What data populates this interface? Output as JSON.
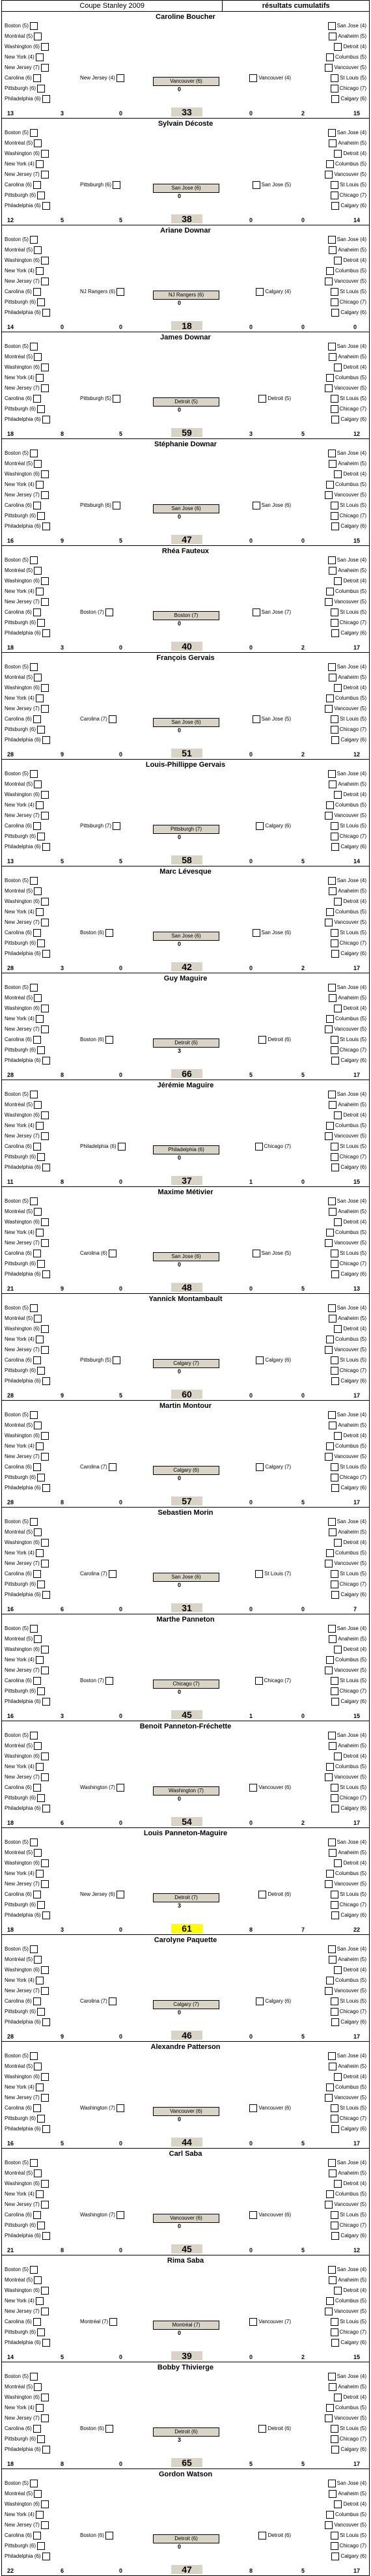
{
  "header": {
    "title": "Coupe Stanley 2009",
    "right": "résultats cumulatifs"
  },
  "people": [
    {
      "name": "Caroline Boucher",
      "final_l": "New Jersey (4)",
      "final_m": "Vancouver (6)",
      "final_r": "Vancouver (4)",
      "champ": "0",
      "totals": [
        "13",
        "3",
        "0",
        "0",
        "2",
        "15"
      ],
      "score": "33",
      "hl": false
    },
    {
      "name": "Sylvain Décoste",
      "final_l": "Pittsburgh (6)",
      "final_m": "San Jose (6)",
      "final_r": "San Jose (5)",
      "champ": "0",
      "totals": [
        "12",
        "5",
        "5",
        "0",
        "0",
        "14"
      ],
      "score": "38",
      "hl": false
    },
    {
      "name": "Ariane Downar",
      "final_l": "NJ Rangers (6)",
      "final_m": "NJ Rangers (6)",
      "final_r": "Calgary (4)",
      "champ": "0",
      "totals": [
        "14",
        "0",
        "0",
        "0",
        "0",
        "0"
      ],
      "score": "18",
      "hl": false
    },
    {
      "name": "James Downar",
      "final_l": "Pittsburgh (5)",
      "final_m": "Detroit (5)",
      "final_r": "Detroit (5)",
      "champ": "0",
      "totals": [
        "18",
        "8",
        "5",
        "3",
        "5",
        "12"
      ],
      "score": "59",
      "hl": false
    },
    {
      "name": "Stéphanie Downar",
      "final_l": "Pittsburgh (6)",
      "final_m": "San Jose (6)",
      "final_r": "San Jose (6)",
      "champ": "0",
      "totals": [
        "16",
        "9",
        "5",
        "0",
        "0",
        "15"
      ],
      "score": "47",
      "hl": false
    },
    {
      "name": "Rhéa Fauteux",
      "final_l": "Boston (7)",
      "final_m": "Boston (7)",
      "final_r": "San Jose (7)",
      "champ": "0",
      "totals": [
        "18",
        "3",
        "0",
        "0",
        "2",
        "17"
      ],
      "score": "40",
      "hl": false
    },
    {
      "name": "François Gervais",
      "final_l": "Carolina (7)",
      "final_m": "San Jose (6)",
      "final_r": "San Jose (5)",
      "champ": "0",
      "totals": [
        "28",
        "9",
        "0",
        "0",
        "2",
        "12"
      ],
      "score": "51",
      "hl": false
    },
    {
      "name": "Louis-Phillippe Gervais",
      "final_l": "Pittsburgh (7)",
      "final_m": "Pittsburgh (7)",
      "final_r": "Calgary (6)",
      "champ": "0",
      "totals": [
        "13",
        "5",
        "5",
        "0",
        "5",
        "14"
      ],
      "score": "58",
      "hl": false
    },
    {
      "name": "Marc Lévesque",
      "final_l": "Boston (6)",
      "final_m": "San Jose (6)",
      "final_r": "San Jose (6)",
      "champ": "0",
      "totals": [
        "28",
        "3",
        "0",
        "0",
        "2",
        "17"
      ],
      "score": "42",
      "hl": false
    },
    {
      "name": "Guy Maguire",
      "final_l": "Boston (6)",
      "final_m": "Detroit (6)",
      "final_r": "Detroit (6)",
      "champ": "3",
      "totals": [
        "28",
        "8",
        "0",
        "5",
        "5",
        "17"
      ],
      "score": "66",
      "hl": false
    },
    {
      "name": "Jérémie Maguire",
      "final_l": "Philadelphia (6)",
      "final_m": "Philadelphia (6)",
      "final_r": "Chicago (7)",
      "champ": "0",
      "totals": [
        "11",
        "8",
        "0",
        "1",
        "0",
        "15"
      ],
      "score": "37",
      "hl": false
    },
    {
      "name": "Maxime Métivier",
      "final_l": "Carolina (6)",
      "final_m": "San Jose (6)",
      "final_r": "San Jose (5)",
      "champ": "0",
      "totals": [
        "21",
        "9",
        "0",
        "0",
        "5",
        "13"
      ],
      "score": "48",
      "hl": false
    },
    {
      "name": "Yannick Montambault",
      "final_l": "Pittsburgh (5)",
      "final_m": "Calgary (7)",
      "final_r": "Calgary (6)",
      "champ": "0",
      "totals": [
        "28",
        "9",
        "5",
        "0",
        "0",
        "17"
      ],
      "score": "60",
      "hl": false
    },
    {
      "name": "Martin Montour",
      "final_l": "Carolina (7)",
      "final_m": "Calgary (6)",
      "final_r": "Calgary (7)",
      "champ": "0",
      "totals": [
        "28",
        "8",
        "0",
        "0",
        "5",
        "17"
      ],
      "score": "57",
      "hl": false
    },
    {
      "name": "Sebastien Morin",
      "final_l": "Carolina (7)",
      "final_m": "San Jose (6)",
      "final_r": "St Louis (7)",
      "champ": "0",
      "totals": [
        "16",
        "6",
        "0",
        "0",
        "0",
        "7"
      ],
      "score": "31",
      "hl": false
    },
    {
      "name": "Marthe Panneton",
      "final_l": "Boston (7)",
      "final_m": "Chicago (7)",
      "final_r": "Chicago (7)",
      "champ": "0",
      "totals": [
        "16",
        "3",
        "0",
        "1",
        "0",
        "15"
      ],
      "score": "45",
      "hl": false
    },
    {
      "name": "Benoit Panneton-Fréchette",
      "final_l": "Washington (7)",
      "final_m": "Washington (7)",
      "final_r": "Vancouver (6)",
      "champ": "0",
      "totals": [
        "18",
        "6",
        "0",
        "0",
        "2",
        "17"
      ],
      "score": "54",
      "hl": false
    },
    {
      "name": "Louis Panneton-Maguire",
      "final_l": "New Jersey (6)",
      "final_m": "Detroit (7)",
      "final_r": "Detroit (6)",
      "champ": "3",
      "totals": [
        "18",
        "3",
        "0",
        "8",
        "7",
        "22"
      ],
      "score": "61",
      "hl": true
    },
    {
      "name": "Carolyne Paquette",
      "final_l": "Carolina (7)",
      "final_m": "Calgary (7)",
      "final_r": "Calgary (6)",
      "champ": "0",
      "totals": [
        "28",
        "9",
        "0",
        "0",
        "5",
        "17"
      ],
      "score": "46",
      "hl": false
    },
    {
      "name": "Alexandre Patterson",
      "final_l": "Washington (7)",
      "final_m": "Vancouver (6)",
      "final_r": "Vancouver (6)",
      "champ": "0",
      "totals": [
        "16",
        "5",
        "0",
        "0",
        "5",
        "17"
      ],
      "score": "44",
      "hl": false
    },
    {
      "name": "Carl Saba",
      "final_l": "Washington (7)",
      "final_m": "Vancouver (6)",
      "final_r": "Vancouver (6)",
      "champ": "0",
      "totals": [
        "21",
        "8",
        "0",
        "0",
        "5",
        "12"
      ],
      "score": "45",
      "hl": false
    },
    {
      "name": "Rima Saba",
      "final_l": "Montréal (7)",
      "final_m": "Montréal (7)",
      "final_r": "Vancouver (7)",
      "champ": "0",
      "totals": [
        "14",
        "5",
        "0",
        "0",
        "2",
        "15"
      ],
      "score": "39",
      "hl": false
    },
    {
      "name": "Bobby Thivierge",
      "final_l": "Boston (6)",
      "final_m": "Detroit (6)",
      "final_r": "Detroit (6)",
      "champ": "3",
      "totals": [
        "18",
        "8",
        "0",
        "5",
        "5",
        "17"
      ],
      "score": "65",
      "hl": false
    },
    {
      "name": "Gordon Watson",
      "final_l": "Boston (6)",
      "final_m": "Detroit (6)",
      "final_r": "Detroit (6)",
      "champ": "0",
      "totals": [
        "22",
        "6",
        "0",
        "8",
        "5",
        "17"
      ],
      "score": "47",
      "hl": false
    }
  ],
  "east_teams": [
    "Boston (5)",
    "Montréal (5)",
    "Washington (6)",
    "New York (4)",
    "New Jersey (7)",
    "Carolina (6)",
    "Pittsburgh (6)",
    "Philadelphia (6)"
  ],
  "west_teams": [
    "San Jose (4)",
    "Anaheim (5)",
    "Detroit (4)",
    "Columbus (5)",
    "Vancouver (5)",
    "St Louis (5)",
    "Chicago (7)",
    "Calgary (6)"
  ]
}
